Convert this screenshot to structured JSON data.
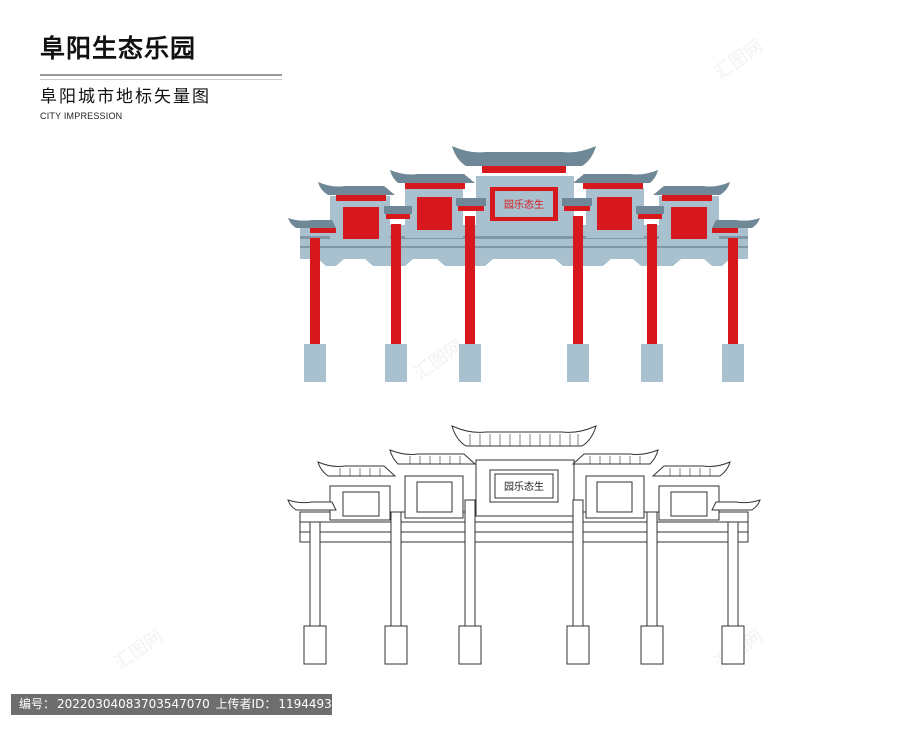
{
  "header": {
    "title": "阜阳生态乐园",
    "subtitle": "阜阳城市地标矢量图",
    "caption": "CITY IMPRESSION"
  },
  "plaque": {
    "text": "园乐态生"
  },
  "footer": {
    "id_label": "编号：",
    "id_value": "20220304083703547070",
    "uploader_label": "上传者ID：",
    "uploader_value": "1194493"
  },
  "watermark": {
    "text": "汇图网"
  },
  "colors": {
    "pillar_red": "#d7191e",
    "stone_blue": "#a9c1cf",
    "roof_slate": "#6f8898",
    "line_art": "#333333",
    "footer_bg": "#6e6e6e"
  }
}
